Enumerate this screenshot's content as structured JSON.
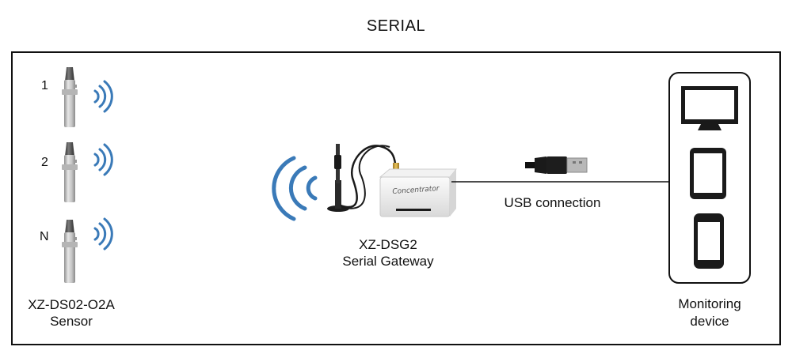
{
  "title": "SERIAL",
  "sensors": {
    "labels": [
      "1",
      "2",
      "N"
    ],
    "model": "XZ-DS02-O2A",
    "type": "Sensor"
  },
  "gateway": {
    "model": "XZ-DSG2",
    "name": "Serial Gateway",
    "panel_text": "Concentrator"
  },
  "connection": {
    "label": "USB connection"
  },
  "monitor": {
    "line1": "Monitoring",
    "line2": "device"
  },
  "colors": {
    "signal": "#3a7ab8",
    "frame": "#111111",
    "sensor_body": "#cfcfcf",
    "sensor_cap": "#4a4a4a"
  },
  "icons": [
    "sensor-probe-icon",
    "wireless-signal-icon",
    "antenna-icon",
    "gateway-box-icon",
    "usb-plug-icon",
    "monitor-icon",
    "tablet-icon",
    "smartphone-icon"
  ]
}
